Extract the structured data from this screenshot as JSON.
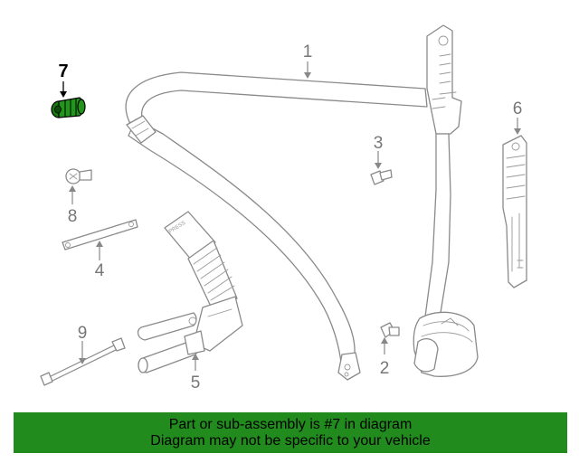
{
  "callouts": [
    {
      "id": "1",
      "label": "1"
    },
    {
      "id": "2",
      "label": "2"
    },
    {
      "id": "3",
      "label": "3"
    },
    {
      "id": "4",
      "label": "4"
    },
    {
      "id": "5",
      "label": "5"
    },
    {
      "id": "6",
      "label": "6"
    },
    {
      "id": "7",
      "label": "7",
      "highlighted": true
    },
    {
      "id": "8",
      "label": "8"
    },
    {
      "id": "9",
      "label": "9"
    }
  ],
  "buckle_text": "PRESS",
  "highlight_color": "#228B1E",
  "banner": {
    "line1": "Part or sub-assembly is #7 in diagram",
    "line2": "Diagram may not be specific to your vehicle"
  }
}
